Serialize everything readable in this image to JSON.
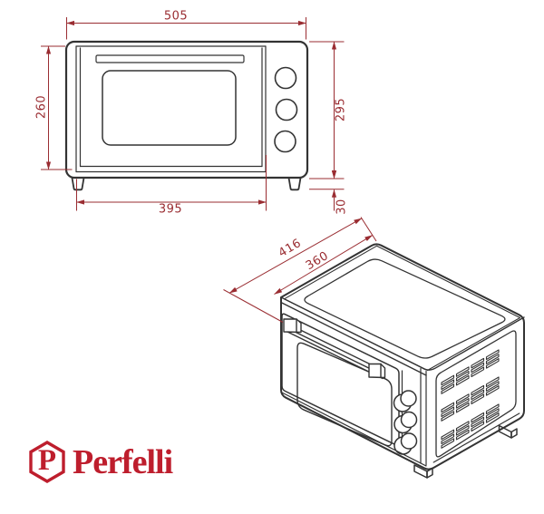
{
  "drawing": {
    "front_view": {
      "width_top": "505",
      "height_left": "260",
      "height_right": "295",
      "width_bottom": "395",
      "feet_height": "30"
    },
    "isometric_view": {
      "depth_total": "416",
      "depth_top": "360"
    }
  },
  "brand": {
    "logo_letter": "P",
    "logo_name": "Perfelli"
  },
  "colors": {
    "dimension_red": "#9a2d32",
    "brand_red": "#be1e2d",
    "line_dark": "#333333",
    "background": "#ffffff"
  }
}
